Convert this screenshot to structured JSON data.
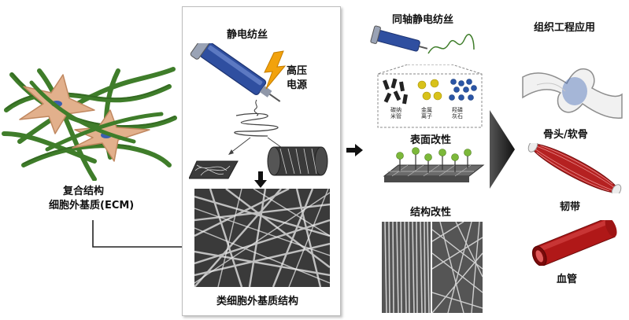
{
  "left": {
    "title_line1": "复合结构",
    "title_line2": "细胞外基质(ECM)"
  },
  "electrospinning": {
    "title": "静电纺丝",
    "power_line1": "高压",
    "power_line2": "电源",
    "result_label": "类细胞外基质结构"
  },
  "modification": {
    "coaxial_title": "同轴静电纺丝",
    "items": [
      {
        "label_line1": "碳纳",
        "label_line2": "米管"
      },
      {
        "label_line1": "金属",
        "label_line2": "离子"
      },
      {
        "label_line1": "羟磷",
        "label_line2": "灰石"
      }
    ],
    "surface_title": "表面改性",
    "structure_title": "结构改性"
  },
  "applications": {
    "title": "组织工程应用",
    "bone": "骨头/软骨",
    "ligament": "韧带",
    "vessel": "血管"
  },
  "colors": {
    "fiber_green": "#3f7d2a",
    "cell_body": "#e2b08c",
    "nucleus": "#3b5fae",
    "syringe_blue": "#2f4fa0",
    "lightning": "#f2a20c",
    "vessel_red": "#b01818",
    "sphere_yellow": "#d8c21a",
    "sphere_blue": "#2a55a6",
    "rod_dark": "#222222",
    "bead_green": "#7cb83a"
  }
}
